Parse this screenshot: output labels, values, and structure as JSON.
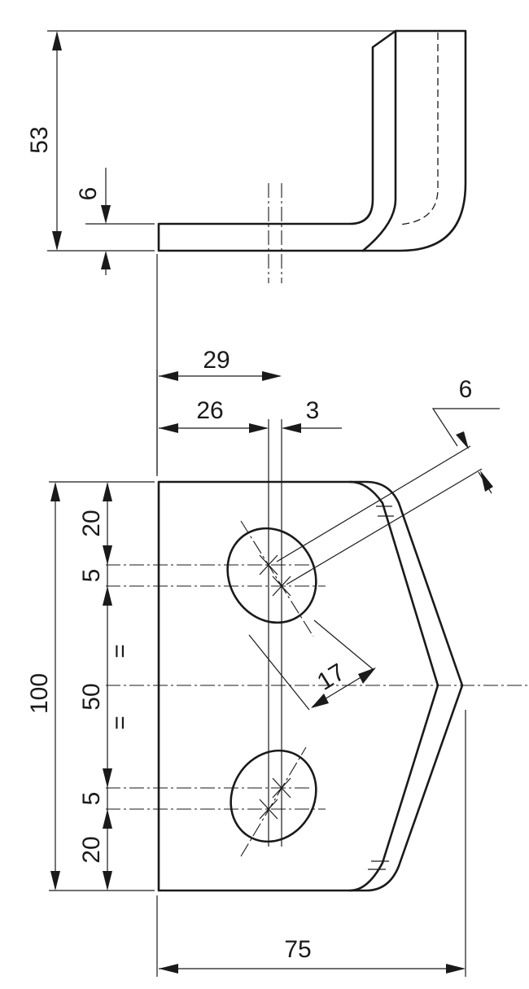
{
  "dimensions": {
    "height_53": "53",
    "thickness_6": "6",
    "offset_29": "29",
    "offset_26": "26",
    "offset_3": "3",
    "width_6": "6",
    "top_20": "20",
    "slot_5_top": "5",
    "equal_top": "=",
    "center_50": "50",
    "equal_bottom": "=",
    "slot_5_bottom": "5",
    "bottom_20": "20",
    "height_100": "100",
    "slot_17": "17",
    "width_75": "75"
  }
}
